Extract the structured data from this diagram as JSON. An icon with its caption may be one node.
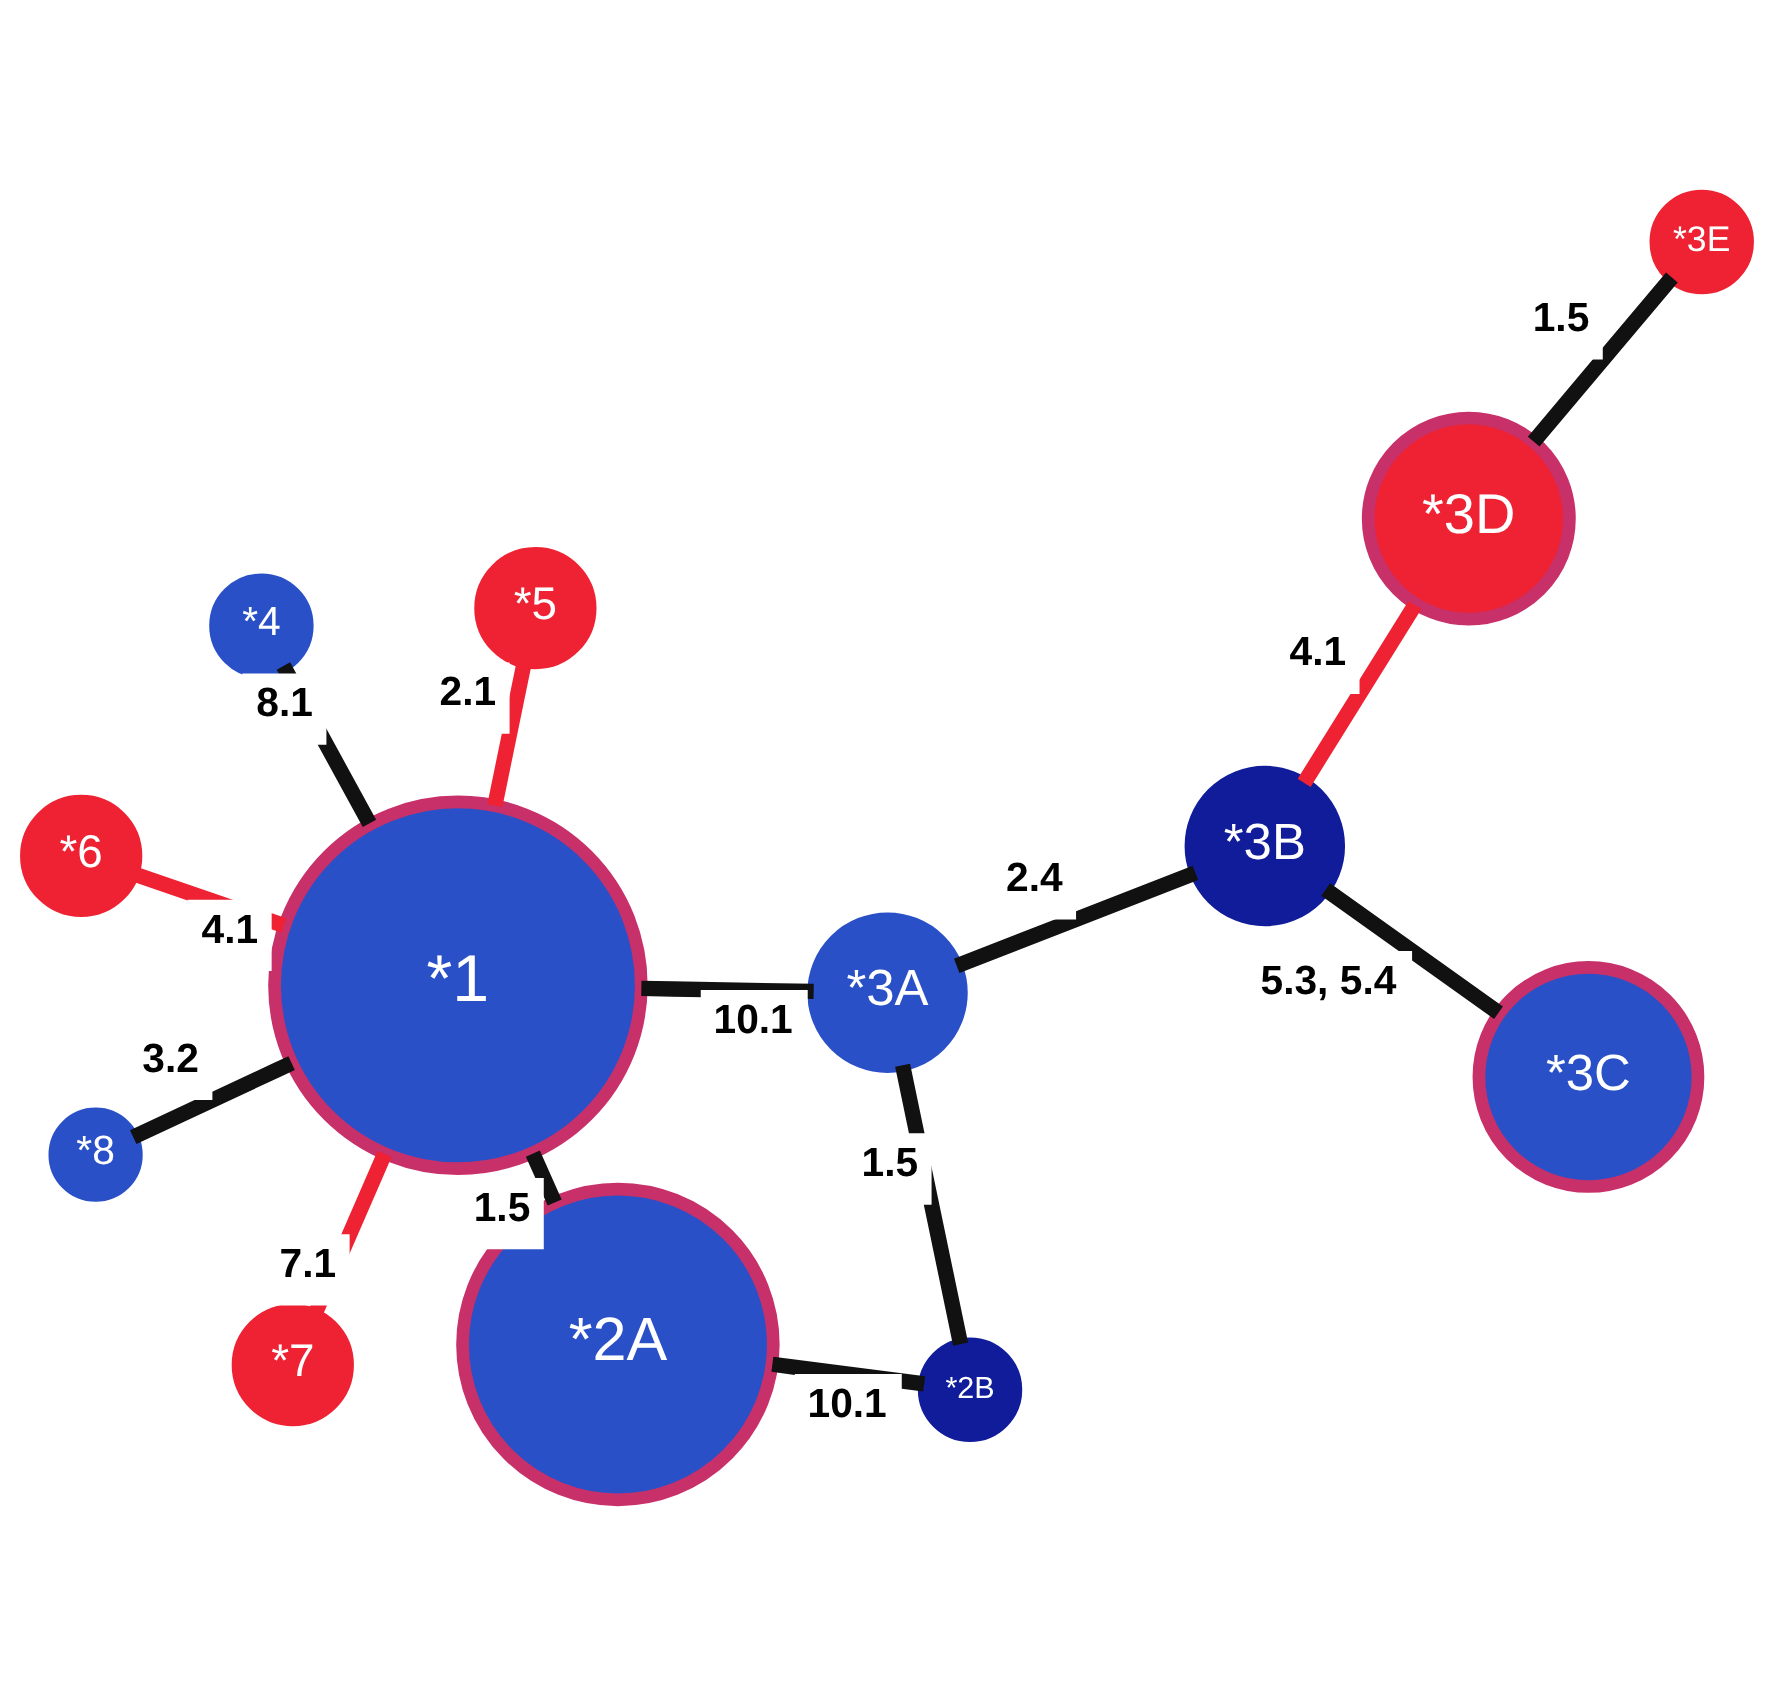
{
  "diagram": {
    "nodes": [
      {
        "text": [
          "*6"
        ]
      },
      {
        "text": [
          "*5"
        ]
      },
      {
        "text": [
          "*7"
        ]
      },
      {
        "text": [
          "*4"
        ]
      },
      {
        "text": [
          "*1"
        ]
      },
      {
        "text": [
          "*2A"
        ]
      },
      {
        "text": [
          "*8"
        ]
      },
      {
        "text": [
          "*3C"
        ]
      },
      {
        "text": [
          "*3A"
        ]
      },
      {
        "text": [
          "*2B"
        ]
      },
      {
        "text": [
          "*3B"
        ]
      },
      {
        "text": [
          "*3E"
        ]
      },
      {
        "text": [
          "*3D"
        ]
      }
    ],
    "edges": [
      {
        "from": 4,
        "to": 2,
        "arrow": "none",
        "label": "7.1",
        "color": "#ee2233"
      },
      {
        "from": 4,
        "to": 0,
        "arrow": "none",
        "label": "4.1",
        "color": "#ee2233"
      },
      {
        "from": 4,
        "to": 1,
        "arrow": "none",
        "label": "2.1",
        "color": "#ee2233"
      },
      {
        "from": 4,
        "to": 3,
        "arrow": "none",
        "label": "8.1"
      },
      {
        "from": 5,
        "to": 4,
        "arrow": "none",
        "label": "1.5"
      },
      {
        "from": 4,
        "to": 6,
        "arrow": "none",
        "label": "3.2"
      },
      {
        "from": 5,
        "to": 9,
        "arrow": "none",
        "label": "10.1"
      },
      {
        "from": 4,
        "to": 8,
        "arrow": "none",
        "label": "10.1"
      },
      {
        "from": 9,
        "to": 8,
        "arrow": "none",
        "label": "1.5"
      },
      {
        "from": 8,
        "to": 10,
        "arrow": "none",
        "label": "2.4"
      },
      {
        "from": 10,
        "to": 7,
        "arrow": "none",
        "label": "5.3, 5.4"
      },
      {
        "from": 10,
        "to": 12,
        "arrow": "none",
        "label": "4.1",
        "color": "#ee2233"
      },
      {
        "from": 12,
        "to": 11,
        "arrow": "none",
        "label": "1.5"
      }
    ]
  }
}
